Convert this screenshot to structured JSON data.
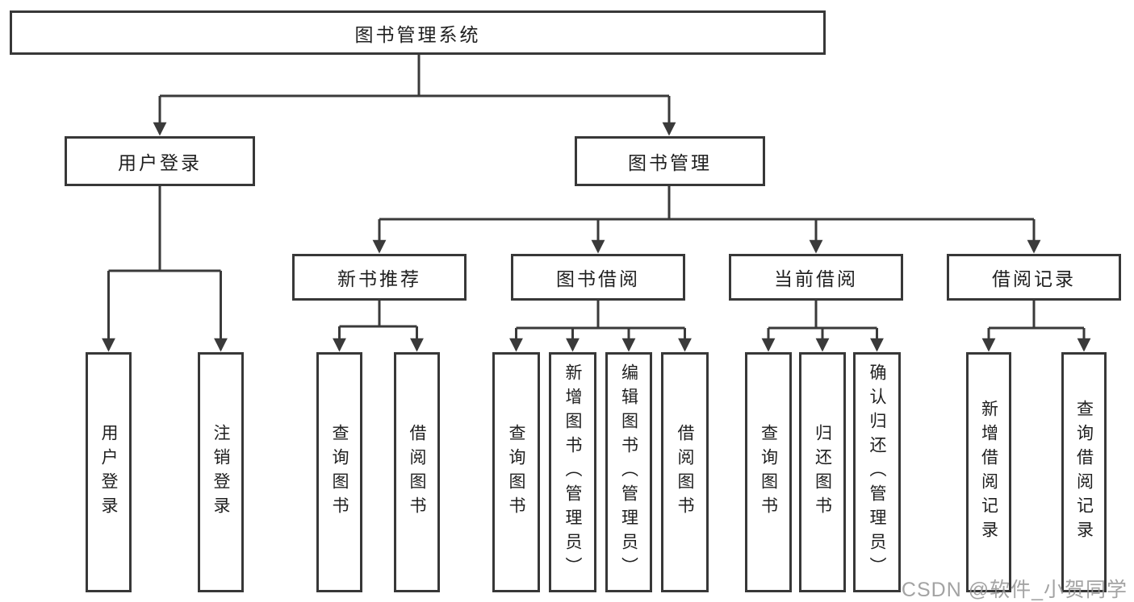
{
  "colors": {
    "line": "#3a3a3a",
    "box_border": "#383838",
    "text": "#1f1f1f",
    "watermark": "#969696",
    "background": "#ffffff"
  },
  "tree": {
    "root": {
      "label": "图书管理系统"
    },
    "login": {
      "label": "用户登录",
      "children": [
        {
          "label": "用户登录"
        },
        {
          "label": "注销登录"
        }
      ]
    },
    "mgmt": {
      "label": "图书管理",
      "sections": [
        {
          "label": "新书推荐",
          "children": [
            {
              "label": "查询图书"
            },
            {
              "label": "借阅图书"
            }
          ]
        },
        {
          "label": "图书借阅",
          "children": [
            {
              "label": "查询图书"
            },
            {
              "label": "新增图书（管理员）"
            },
            {
              "label": "编辑图书（管理员）"
            },
            {
              "label": "借阅图书"
            }
          ]
        },
        {
          "label": "当前借阅",
          "children": [
            {
              "label": "查询图书"
            },
            {
              "label": "归还图书"
            },
            {
              "label": "确认归还（管理员）"
            }
          ]
        },
        {
          "label": "借阅记录",
          "children": [
            {
              "label": "新增借阅记录"
            },
            {
              "label": "查询借阅记录"
            }
          ]
        }
      ]
    }
  },
  "watermark": {
    "text": "CSDN @软件_小贺同学"
  }
}
